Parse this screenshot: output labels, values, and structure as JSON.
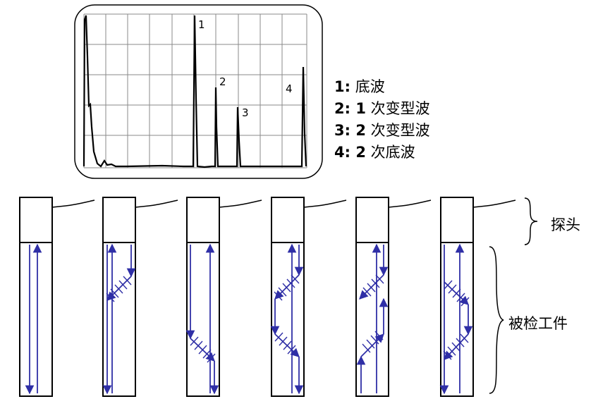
{
  "scope": {
    "peaks": [
      {
        "label": "1",
        "height": 0.95
      },
      {
        "label": "2",
        "height": 0.53
      },
      {
        "label": "3",
        "height": 0.38
      },
      {
        "label": "4",
        "height": 0.64
      }
    ]
  },
  "legend": [
    {
      "num": "1:",
      "text": "底波"
    },
    {
      "num": "2: 1",
      "text": "次变型波"
    },
    {
      "num": "3: 2",
      "text": "次变型波"
    },
    {
      "num": "4: 2",
      "text": "次底波"
    }
  ],
  "labels": {
    "probe": "探头",
    "workpiece": "被检工件"
  },
  "colors": {
    "arrow": "#2f2fa6",
    "outline": "#000000"
  },
  "paths": [
    {
      "name": "direct-bottom-echo",
      "bounces": 0
    },
    {
      "name": "mode-conversion-upper",
      "bounces": 1
    },
    {
      "name": "mode-conversion-lower",
      "bounces": 1
    },
    {
      "name": "double-mode-conversion",
      "bounces": 2
    },
    {
      "name": "double-mode-conversion-reverse",
      "bounces": 2
    },
    {
      "name": "double-mode-conversion-right",
      "bounces": 2
    }
  ]
}
